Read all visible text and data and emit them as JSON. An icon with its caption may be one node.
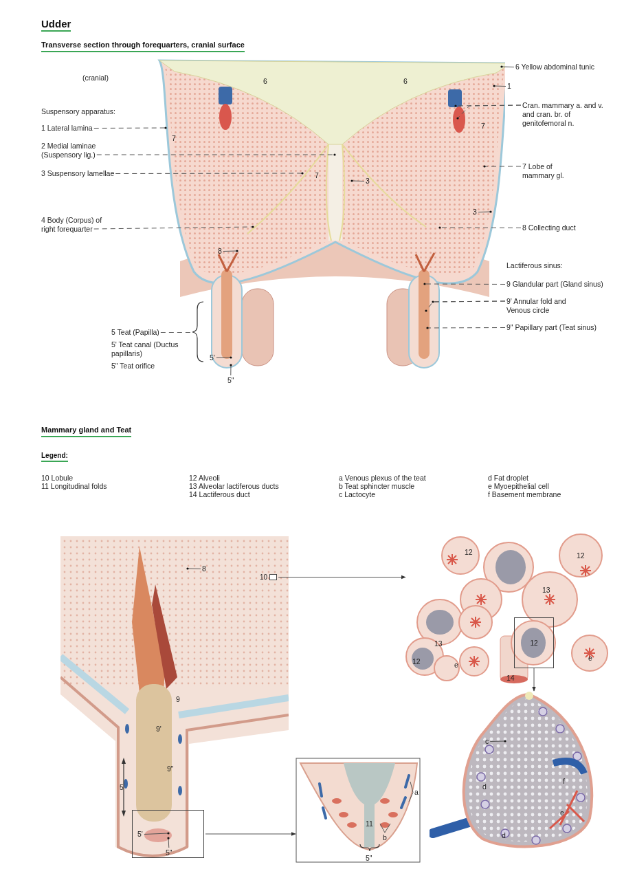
{
  "diagram": {
    "title": "Udder",
    "nodes": [
      {
        "text": [],
        "shape": "picture"
      },
      {
        "text": [
          "1 Lateral lamina"
        ]
      },
      {
        "text": [
          "2 Medial laminae (Suspensory lig.)"
        ]
      },
      {
        "text": [
          "3 Suspensory lamellae"
        ]
      },
      {
        "text": [
          "4 Body (Corpus) of right forequarter"
        ]
      },
      {
        "text": [
          "5 Teat (Papilla)"
        ]
      },
      {
        "text": [
          "6 Yellow abdominal tunic"
        ]
      },
      {
        "text": [
          "1"
        ]
      },
      {
        "text": [
          "Cran. mammary a. and v. and cran. br. of genitofemoral n."
        ]
      },
      {
        "text": [
          "7 Lobe of mammary gl."
        ]
      },
      {
        "text": [
          "3"
        ],
        "in": 0
      },
      {
        "text": [
          "8 Collecting duct"
        ]
      },
      {
        "text": [
          "9 Glandular part (Gland sinus)"
        ]
      },
      {
        "text": [
          "9' Annular fold and Venous circle"
        ]
      },
      {
        "text": [
          "9\" Papillary part (Teat sinus)"
        ]
      },
      {
        "text": [
          "3"
        ],
        "in": 0
      },
      {
        "text": [
          "8"
        ],
        "in": 0
      },
      {
        "text": [
          "5'"
        ]
      },
      {
        "text": [
          "5\""
        ]
      },
      {
        "text": [],
        "shape": "picture"
      },
      {
        "text": [
          "8"
        ],
        "in": 19
      },
      {
        "text": [],
        "shape": "box",
        "beside": [
          "10"
        ],
        "in": 19
      },
      {
        "text": [],
        "shape": "picture"
      },
      {
        "text": [
          "12"
        ],
        "in": 22
      },
      {
        "text": [],
        "shape": "picture"
      },
      {
        "text": [
          "c"
        ],
        "in": 24
      },
      {
        "text": [],
        "shape": "box",
        "in": 19
      },
      {
        "text": [],
        "shape": "picture"
      },
      {
        "text": [
          "a"
        ],
        "in": 27
      },
      {
        "text": [
          "b"
        ],
        "in": 27
      },
      {
        "text": [
          "5'"
        ],
        "in": 26
      },
      {
        "text": [
          "5\""
        ],
        "in": 26
      },
      {
        "text": [],
        "shape": "brace"
      }
    ],
    "edges": [
      {
        "from": 1,
        "to": 0,
        "arrow": "other",
        "style": "dashed"
      },
      {
        "from": 2,
        "to": 0,
        "arrow": "other",
        "style": "dashed"
      },
      {
        "from": 3,
        "to": 0,
        "arrow": "other",
        "style": "dashed"
      },
      {
        "from": 4,
        "to": 0,
        "arrow": "other",
        "style": "dashed"
      },
      {
        "from": 5,
        "to": 32,
        "arrow": "none",
        "style": "dashed"
      },
      {
        "from": 6,
        "to": 0,
        "arrow": "other"
      },
      {
        "from": 7,
        "to": 0,
        "arrow": "other"
      },
      {
        "from": 8,
        "to": 0,
        "arrow": "other",
        "style": "dashed"
      },
      {
        "from": 8,
        "to": 0,
        "arrow": "other",
        "style": "dashed"
      },
      {
        "from": 9,
        "to": 0,
        "arrow": "other",
        "style": "dashed"
      },
      {
        "from": 10,
        "to": 0,
        "arrow": "other"
      },
      {
        "from": 11,
        "to": 0,
        "arrow": "other",
        "style": "dashed"
      },
      {
        "from": 12,
        "to": 0,
        "arrow": "other",
        "style": "dashed"
      },
      {
        "from": 13,
        "to": 0,
        "arrow": "other",
        "style": "dashed"
      },
      {
        "from": 13,
        "to": 0,
        "arrow": "other",
        "style": "dashed"
      },
      {
        "from": 14,
        "to": 0,
        "arrow": "other",
        "style": "dashed"
      },
      {
        "from": 15,
        "to": 0,
        "arrow": "other"
      },
      {
        "from": 16,
        "to": 0,
        "arrow": "other"
      },
      {
        "from": 17,
        "to": 0,
        "arrow": "other"
      },
      {
        "from": 18,
        "to": 0,
        "arrow": "other"
      },
      {
        "from": 20,
        "to": 19,
        "arrow": "other"
      },
      {
        "from": 21,
        "to": 22,
        "arrow": "to"
      },
      {
        "from": 23,
        "to": 24,
        "arrow": "to"
      },
      {
        "from": 25,
        "to": 24,
        "arrow": "other"
      },
      {
        "from": 26,
        "to": 27,
        "arrow": "to"
      },
      {
        "from": 28,
        "to": 27,
        "arrow": "none"
      },
      {
        "from": 28,
        "to": 27,
        "arrow": "none"
      },
      {
        "from": 29,
        "to": 27,
        "arrow": "none"
      },
      {
        "from": 29,
        "to": 27,
        "arrow": "none"
      },
      {
        "from": 30,
        "to": 26,
        "arrow": "other"
      },
      {
        "from": 31,
        "to": 26,
        "arrow": "other"
      }
    ],
    "labels": [
      "Transverse section through forequarters, cranial surface",
      "(cranial)",
      "6",
      "6",
      "Suspensory apparatus:",
      "7",
      "7",
      "7",
      "Lactiferous sinus:",
      "5' Teat canal (Ductus papillaris)",
      "5\" Teat orifice",
      "Mammary gland and Teat",
      "Legend:",
      "10 Lobule",
      "12 Alveoli",
      "a Venous plexus of the teat",
      "d Fat droplet",
      "11 Longitudinal folds",
      "13 Alveolar lactiferous ducts",
      "b Teat sphincter muscle",
      "e Myoepithelial cell",
      "14 Lactiferous duct",
      "c Lactocyte",
      "f Basement membrane",
      "12",
      "12",
      "13",
      "13",
      "12",
      "e",
      "14",
      "e",
      "9",
      "9'",
      "9\"",
      "5",
      "11",
      "5\"",
      "d",
      "f",
      "e",
      "d"
    ]
  }
}
